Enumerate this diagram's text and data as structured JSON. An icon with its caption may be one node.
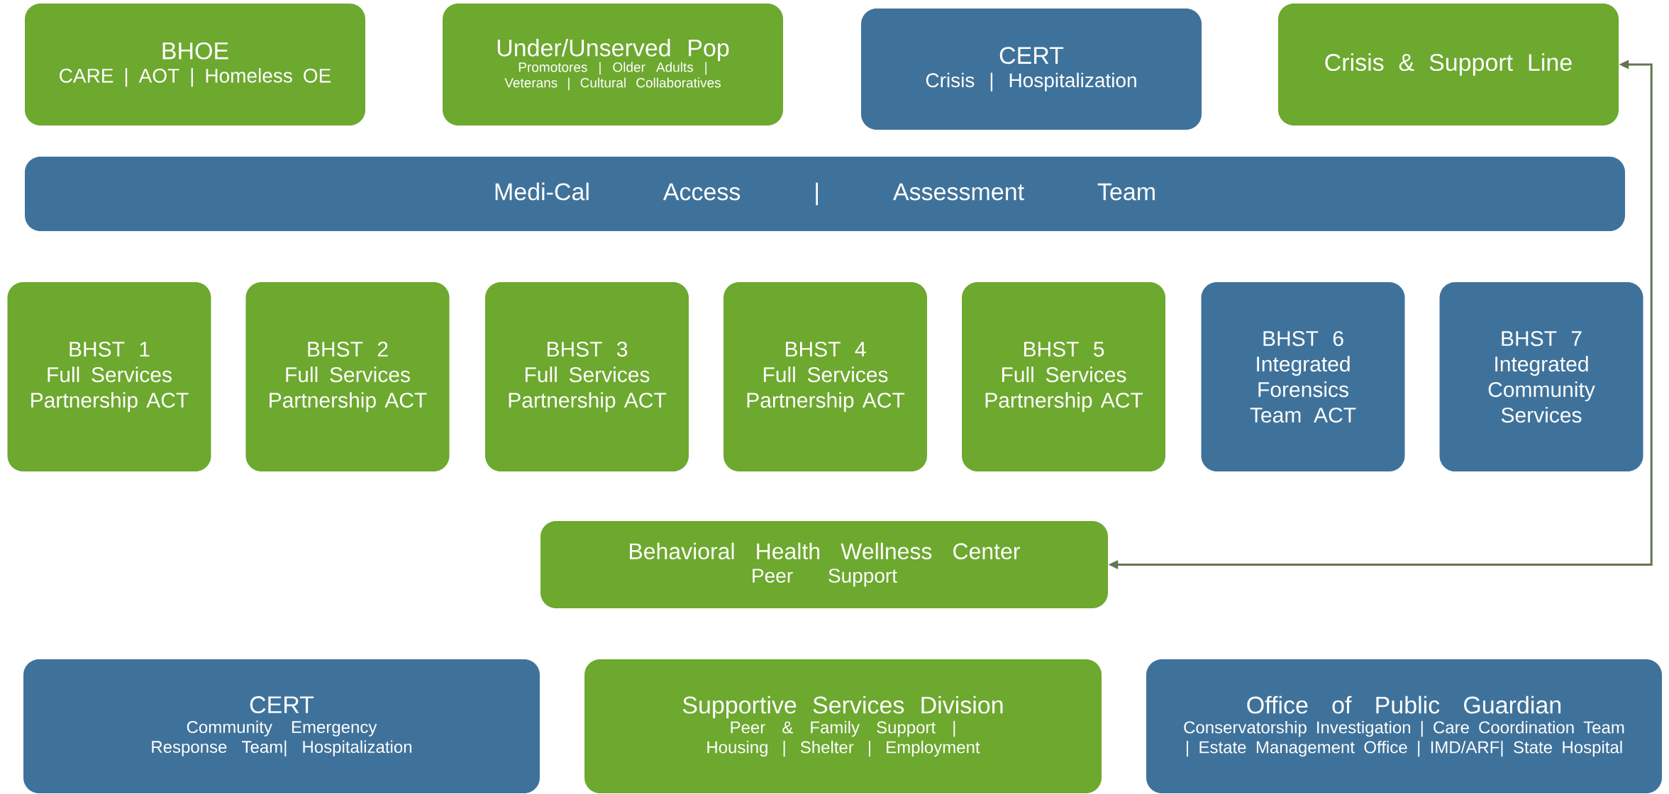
{
  "diagram": {
    "nodes": [
      {
        "text": [
          "BHOE",
          "CARE | AOT | Homeless OE"
        ]
      },
      {
        "text": [
          "Under/Unserved Pop",
          "Promotores | Older Adults | Veterans | Cultural Collaboratives"
        ]
      },
      {
        "text": [
          "CERT",
          "Crisis | Hospitalization"
        ]
      },
      {
        "text": [
          "Crisis & Support Line"
        ]
      },
      {
        "text": [
          "Medi-Cal Access | Assessment Team"
        ]
      },
      {
        "text": [
          "BHST 1",
          "Full Services Partnership ACT"
        ]
      },
      {
        "text": [
          "BHST 2",
          "Full Services Partnership ACT"
        ]
      },
      {
        "text": [
          "BHST 3",
          "Full Services Partnership ACT"
        ]
      },
      {
        "text": [
          "BHST 4",
          "Full Services Partnership ACT"
        ]
      },
      {
        "text": [
          "BHST 5",
          "Full Services Partnership ACT"
        ]
      },
      {
        "text": [
          "BHST 6",
          "Integrated Forensics Team ACT"
        ]
      },
      {
        "text": [
          "BHST 7",
          "Integrated Community Services"
        ]
      },
      {
        "text": [
          "Behavioral Health Wellness Center",
          "Peer Support"
        ]
      },
      {
        "text": [
          "CERT",
          "Community Emergency Response Team| Hospitalization"
        ]
      },
      {
        "text": [
          "Supportive Services Division",
          "Peer & Family Support | Housing | Shelter | Employment"
        ]
      },
      {
        "text": [
          "Office of Public Guardian",
          "Conservatorship Investigation | Care Coordination Team | Estate Management Office | IMD/ARF| State Hospital"
        ]
      }
    ],
    "edges": [
      {
        "from": 3,
        "to": 12,
        "arrow": "both"
      }
    ]
  }
}
